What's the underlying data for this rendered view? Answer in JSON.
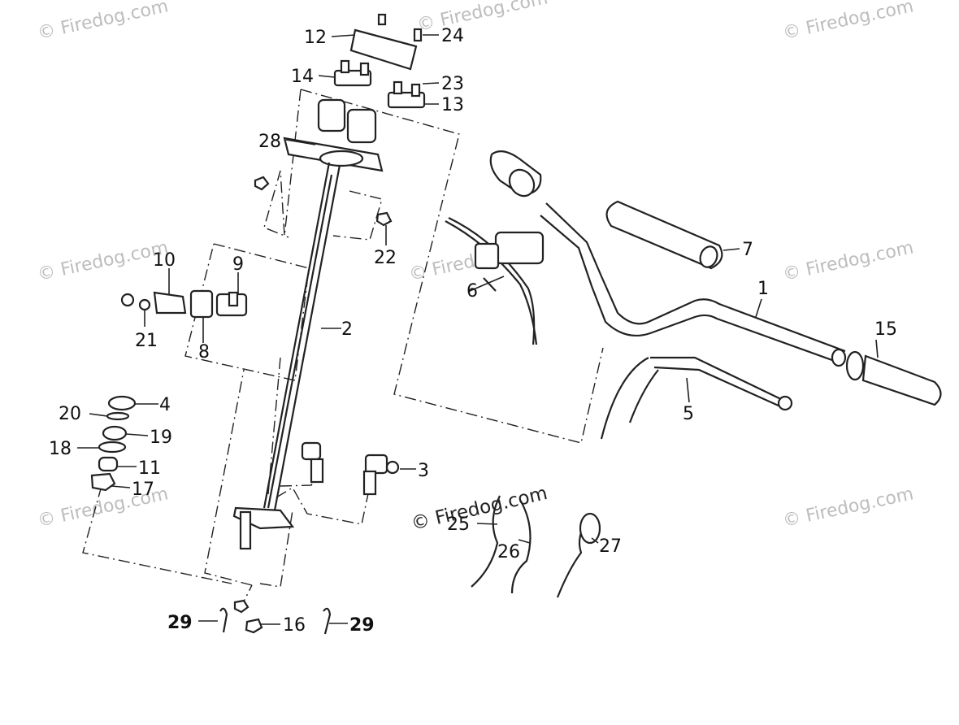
{
  "watermark": "© Firedog.com",
  "callouts": {
    "c1": "1",
    "c2": "2",
    "c3": "3",
    "c4": "4",
    "c5": "5",
    "c6": "6",
    "c7": "7",
    "c8": "8",
    "c9": "9",
    "c10": "10",
    "c11": "11",
    "c12": "12",
    "c13": "13",
    "c14": "14",
    "c15": "15",
    "c16": "16",
    "c17": "17",
    "c18": "18",
    "c19": "19",
    "c20": "20",
    "c21": "21",
    "c22": "22",
    "c23": "23",
    "c24": "24",
    "c25": "25",
    "c26": "26",
    "c27": "27",
    "c28": "28",
    "c29": "29"
  }
}
